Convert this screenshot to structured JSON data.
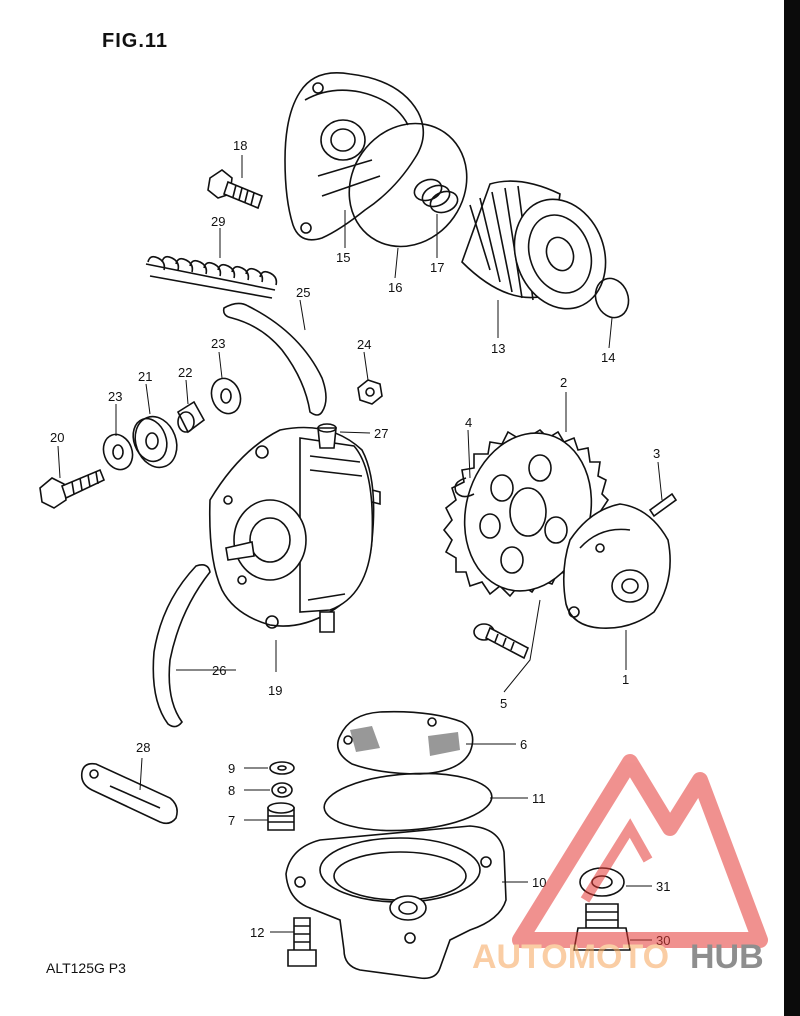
{
  "figure": {
    "title": "FIG.11",
    "code": "ALT125G P3"
  },
  "parts": {
    "p1": "1",
    "p2": "2",
    "p3": "3",
    "p4": "4",
    "p5": "5",
    "p6": "6",
    "p7": "7",
    "p8": "8",
    "p9": "9",
    "p10": "10",
    "p11": "11",
    "p12": "12",
    "p13": "13",
    "p14": "14",
    "p15": "15",
    "p16": "16",
    "p17": "17",
    "p18": "18",
    "p19": "19",
    "p20": "20",
    "p21": "21",
    "p22": "22",
    "p23a": "23",
    "p23b": "23",
    "p24": "24",
    "p25": "25",
    "p26": "26",
    "p27": "27",
    "p28": "28",
    "p29": "29",
    "p30": "30",
    "p31": "31"
  },
  "watermark": {
    "text_left": "AUTOMOTO",
    "text_right": "HUB",
    "accent": "#e53935",
    "text_color": "#f6a65a",
    "text_color_right": "#333333"
  }
}
